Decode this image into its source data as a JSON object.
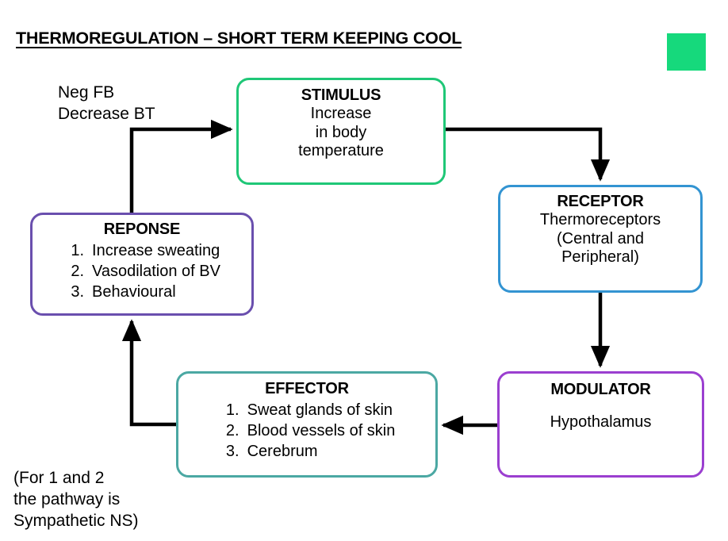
{
  "page": {
    "title": "THERMOREGULATION – SHORT TERM KEEPING COOL",
    "background_color": "#ffffff",
    "text_color": "#000000"
  },
  "decor": {
    "green_square_color": "#16D97C"
  },
  "labels": {
    "neg_feedback": "Neg FB\nDecrease BT",
    "note": "(For 1 and 2\nthe pathway is\nSympathetic NS)"
  },
  "boxes": {
    "stimulus": {
      "title": "STIMULUS",
      "body": "Increase\nin body\ntemperature",
      "border_color": "#1FC777"
    },
    "receptor": {
      "title": "RECEPTOR",
      "body": "Thermoreceptors\n(Central and\nPeripheral)",
      "border_color": "#3394D2"
    },
    "modulator": {
      "title": "MODULATOR",
      "body": "Hypothalamus",
      "border_color": "#9B3FD0"
    },
    "effector": {
      "title": "EFFECTOR",
      "items": [
        {
          "num": "1.",
          "text": "Sweat glands of skin"
        },
        {
          "num": "2.",
          "text": "Blood vessels of skin"
        },
        {
          "num": "3.",
          "text": "Cerebrum"
        }
      ],
      "border_color": "#4BA8A3"
    },
    "reponse": {
      "title": "REPONSE",
      "items": [
        {
          "num": "1.",
          "text": "Increase sweating"
        },
        {
          "num": "2.",
          "text": "Vasodilation of BV"
        },
        {
          "num": "3.",
          "text": "Behavioural"
        }
      ],
      "border_color": "#6A4FAE"
    }
  },
  "connectors": {
    "color": "#000000",
    "flow": [
      "reponse-to-stimulus",
      "stimulus-to-receptor",
      "receptor-to-modulator",
      "modulator-to-effector",
      "effector-to-reponse"
    ]
  }
}
